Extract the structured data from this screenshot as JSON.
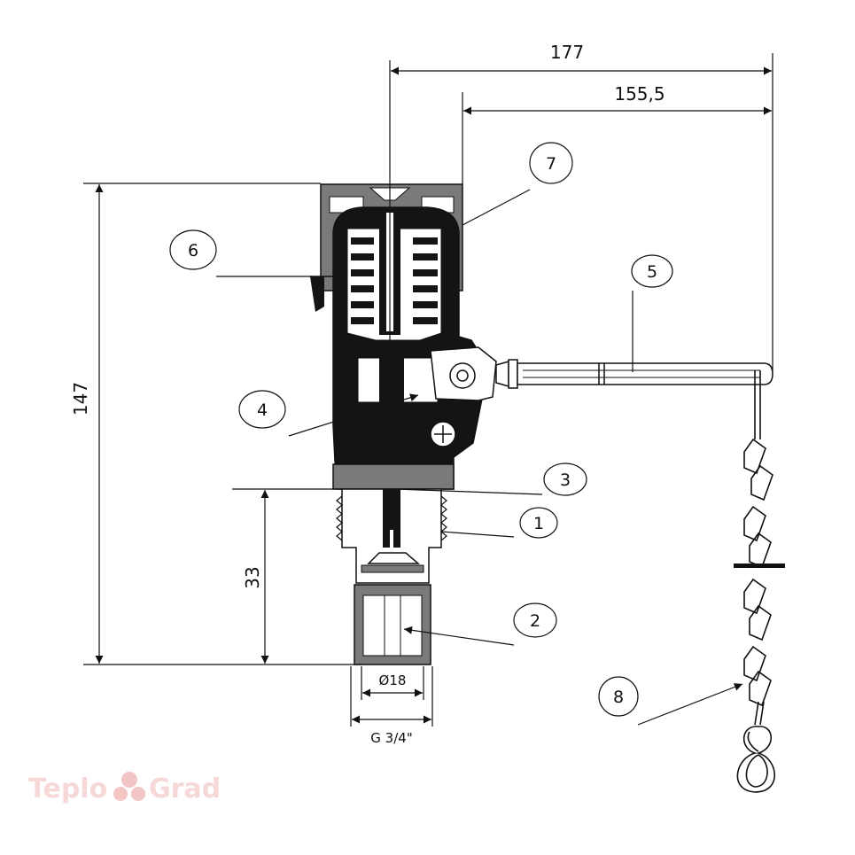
{
  "dimensions": {
    "overall_width": "177",
    "handle_width": "155,5",
    "overall_height": "147",
    "thread_length": "33",
    "inner_diameter": "Ø18",
    "thread_size": "G 3/4\""
  },
  "callouts": [
    "1",
    "2",
    "3",
    "4",
    "5",
    "6",
    "7",
    "8"
  ],
  "watermark": {
    "left": "Teplo",
    "right": "Grad"
  },
  "colors": {
    "line": "#111111",
    "body": "#141414",
    "cap": "#7a7a7a",
    "watermark": "#f6d8d8"
  }
}
